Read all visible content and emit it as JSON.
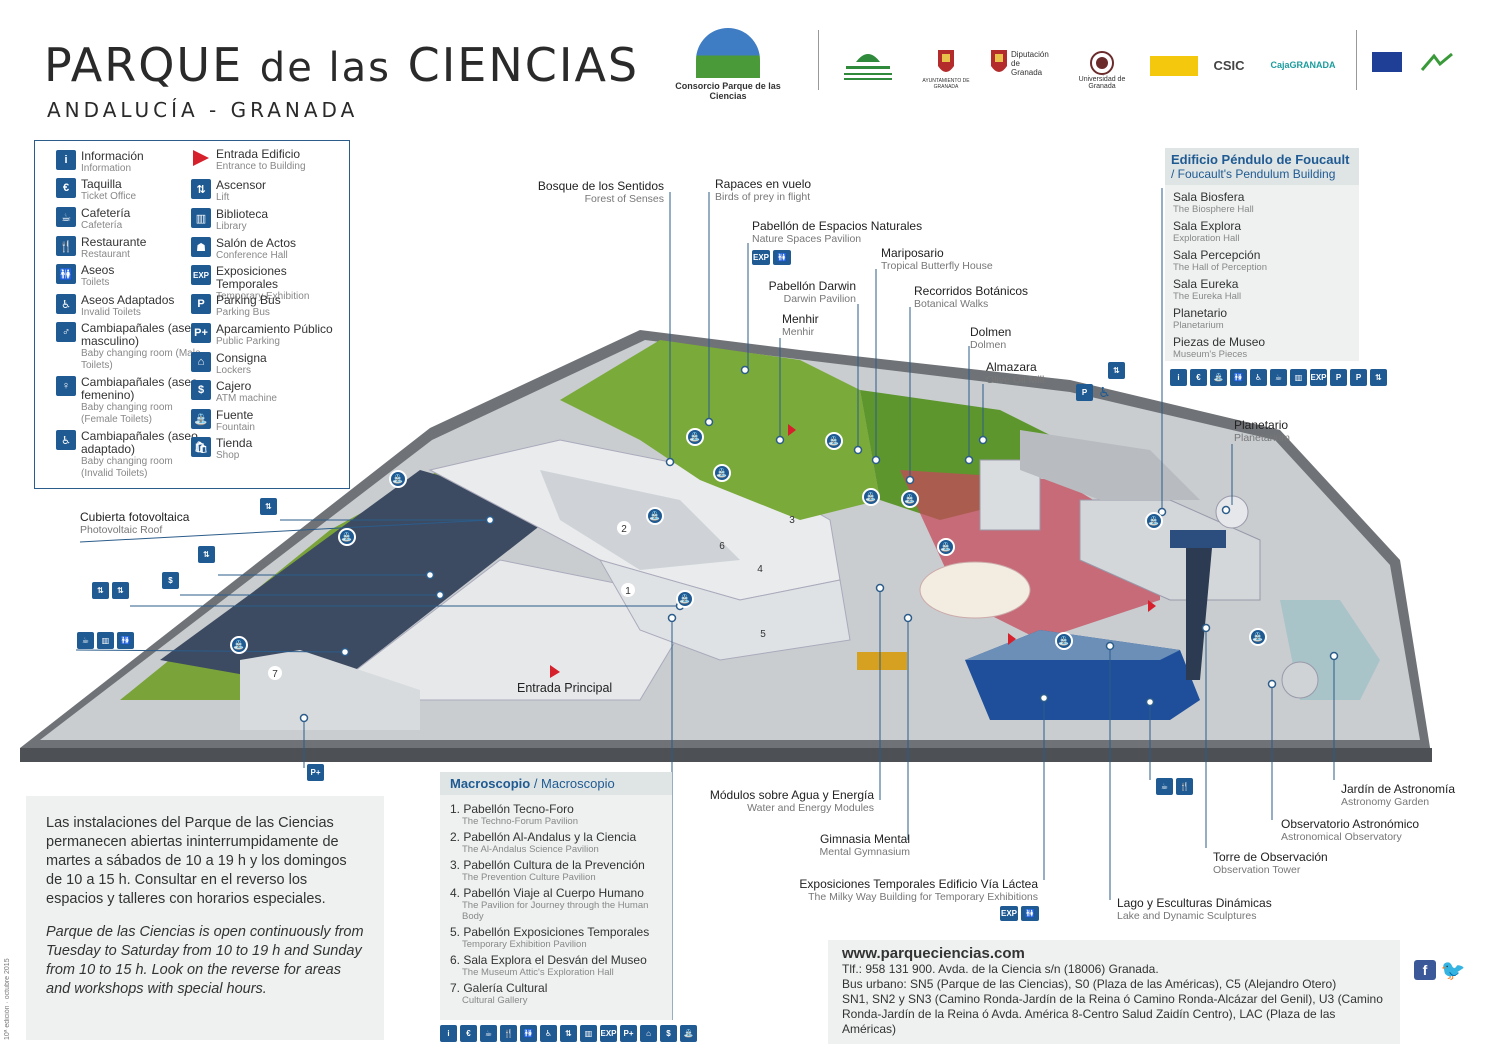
{
  "title": {
    "main_a": "PARQUE",
    "main_b": "de las",
    "main_c": "CIENCIAS",
    "sub": "ANDALUCÍA - GRANADA"
  },
  "logos": {
    "consorcio": "Consorcio Parque de las Ciencias",
    "ayuntamiento": "AYUNTAMIENTO DE GRANADA",
    "diputacion": "Diputación de Granada",
    "universidad": "Universidad de Granada",
    "csic": "CSIC",
    "caja": "CajaGRANADA"
  },
  "legend": [
    {
      "icon": "info-icon",
      "glyph": "i",
      "es": "Información",
      "en": "Information"
    },
    {
      "icon": "ticket-icon",
      "glyph": "€",
      "es": "Taquilla",
      "en": "Ticket Office"
    },
    {
      "icon": "cafe-icon",
      "glyph": "☕",
      "es": "Cafetería",
      "en": "Cafetería"
    },
    {
      "icon": "restaurant-icon",
      "glyph": "🍴",
      "es": "Restaurante",
      "en": "Restaurant"
    },
    {
      "icon": "toilet-icon",
      "glyph": "🚻",
      "es": "Aseos",
      "en": "Toilets"
    },
    {
      "icon": "wheelchair-icon",
      "glyph": "♿",
      "es": "Aseos Adaptados",
      "en": "Invalid Toilets"
    },
    {
      "icon": "baby-male-icon",
      "glyph": "♂",
      "es": "Cambiapañales (aseo masculino)",
      "en": "Baby changing room (Male Toilets)"
    },
    {
      "icon": "baby-female-icon",
      "glyph": "♀",
      "es": "Cambiapañales (aseo femenino)",
      "en": "Baby changing room (Female Toilets)"
    },
    {
      "icon": "baby-adapted-icon",
      "glyph": "♿",
      "es": "Cambiapañales (aseo adaptado)",
      "en": "Baby changing room (Invalid Toilets)"
    },
    {
      "icon": "entrance-icon",
      "glyph": "",
      "es": "Entrada Edificio",
      "en": "Entrance to Building"
    },
    {
      "icon": "lift-icon",
      "glyph": "⇅",
      "es": "Ascensor",
      "en": "Lift"
    },
    {
      "icon": "library-icon",
      "glyph": "▥",
      "es": "Biblioteca",
      "en": "Library"
    },
    {
      "icon": "conference-icon",
      "glyph": "☗",
      "es": "Salón de Actos",
      "en": "Conference Hall"
    },
    {
      "icon": "exhibition-icon",
      "glyph": "EXP",
      "es": "Exposiciones Temporales",
      "en": "Temporary Exhibition"
    },
    {
      "icon": "bus-parking-icon",
      "glyph": "P",
      "es": "Parking Bus",
      "en": "Parking Bus"
    },
    {
      "icon": "public-parking-icon",
      "glyph": "P+",
      "es": "Aparcamiento Público",
      "en": "Public Parking"
    },
    {
      "icon": "lockers-icon",
      "glyph": "⌂",
      "es": "Consigna",
      "en": "Lockers"
    },
    {
      "icon": "atm-icon",
      "glyph": "$",
      "es": "Cajero",
      "en": "ATM machine"
    },
    {
      "icon": "fountain-icon",
      "glyph": "⛲",
      "es": "Fuente",
      "en": "Fountain"
    },
    {
      "icon": "shop-icon",
      "glyph": "🛍",
      "es": "Tienda",
      "en": "Shop"
    }
  ],
  "labels": {
    "bosque": {
      "es": "Bosque de los Sentidos",
      "en": "Forest of Senses"
    },
    "rapaces": {
      "es": "Rapaces en vuelo",
      "en": "Birds of prey in flight"
    },
    "naturales": {
      "es": "Pabellón de Espacios Naturales",
      "en": "Nature Spaces Pavilion"
    },
    "mariposario": {
      "es": "Mariposario",
      "en": "Tropical Butterfly House"
    },
    "darwin": {
      "es": "Pabellón Darwin",
      "en": "Darwin Pavilion"
    },
    "botanicos": {
      "es": "Recorridos Botánicos",
      "en": "Botanical Walks"
    },
    "menhir": {
      "es": "Menhir",
      "en": "Menhir"
    },
    "dolmen": {
      "es": "Dolmen",
      "en": "Dolmen"
    },
    "almazara": {
      "es": "Almazara",
      "en": "Olive Oil Mill"
    },
    "planetario": {
      "es": "Planetario",
      "en": "Planetarium"
    },
    "fotovoltaica": {
      "es": "Cubierta fotovoltaica",
      "en": "Photovoltaic Roof"
    },
    "entrada": {
      "es": "Entrada Principal"
    },
    "agua": {
      "es": "Módulos sobre Agua y Energía",
      "en": "Water and Energy Modules"
    },
    "gimnasia": {
      "es": "Gimnasia Mental",
      "en": "Mental Gymnasium"
    },
    "via_lactea": {
      "es": "Exposiciones Temporales Edificio Vía Láctea",
      "en": "The Milky Way Building for Temporary Exhibitions"
    },
    "lago": {
      "es": "Lago y Esculturas Dinámicas",
      "en": "Lake and Dynamic Sculptures"
    },
    "torre": {
      "es": "Torre de Observación",
      "en": "Observation Tower"
    },
    "observatorio": {
      "es": "Observatorio Astronómico",
      "en": "Astronomical Observatory"
    },
    "jardin": {
      "es": "Jardín de Astronomía",
      "en": "Astronomy Garden"
    }
  },
  "numbers": [
    "1",
    "2",
    "3",
    "4",
    "5",
    "6",
    "7"
  ],
  "foucault": {
    "title": "Edificio Péndulo de Foucault",
    "subtitle": "/ Foucault's Pendulum Building",
    "items": [
      {
        "es": "Sala Biosfera",
        "en": "The Biosphere Hall"
      },
      {
        "es": "Sala Explora",
        "en": "Exploration Hall"
      },
      {
        "es": "Sala Percepción",
        "en": "The Hall of Perception"
      },
      {
        "es": "Sala Eureka",
        "en": "The Eureka Hall"
      },
      {
        "es": "Planetario",
        "en": "Planetarium"
      },
      {
        "es": "Piezas de Museo",
        "en": "Museum's Pieces"
      }
    ]
  },
  "macro": {
    "title": "Macroscopio",
    "subtitle": "/ Macroscopio",
    "items": [
      {
        "es": "1. Pabellón Tecno-Foro",
        "en": "The Techno-Forum Pavilion"
      },
      {
        "es": "2. Pabellón Al-Andalus y la Ciencia",
        "en": "The Al-Andalus Science Pavilion"
      },
      {
        "es": "3. Pabellón Cultura de la Prevención",
        "en": "The Prevention Culture Pavilion"
      },
      {
        "es": "4. Pabellón Viaje al Cuerpo Humano",
        "en": "The Pavilion for Journey through the Human Body"
      },
      {
        "es": "5. Pabellón Exposiciones Temporales",
        "en": "Temporary Exhibition Pavilion"
      },
      {
        "es": "6. Sala Explora el Desván del Museo",
        "en": "The Museum Attic's Exploration Hall"
      },
      {
        "es": "7. Galería Cultural",
        "en": "Cultural Gallery"
      }
    ]
  },
  "info": {
    "es": "Las instalaciones del Parque de las Ciencias permanecen abiertas ininterrumpidamente de martes a sábados de 10 a 19 h y los domingos de 10 a 15 h. Consultar en el reverso los espacios y talleres con horarios especiales.",
    "en": "Parque de las Ciencias is open continuously from Tuesday to Saturday from 10 to 19 h and Sunday from 10 to 15 h. Look on the reverse for areas and workshops with special hours."
  },
  "web": {
    "url": "www.parqueciencias.com",
    "line1": "Tlf.: 958 131 900.  Avda. de la Ciencia s/n (18006) Granada.",
    "line2": "Bus urbano: SN5 (Parque de las Ciencias), S0 (Plaza de las Américas), C5 (Alejandro Otero)",
    "line3": "SN1, SN2 y SN3 (Camino Ronda-Jardín de la Reina ó Camino Ronda-Alcázar del Genil), U3 (Camino Ronda-Jardín de la Reina ó Avda. América 8-Centro Salud Zaidín Centro), LAC (Plaza de las Américas)"
  },
  "edition": "10ª edición · octubre 2015",
  "colors": {
    "accent": "#1f5a93",
    "entrance": "#d6202c",
    "grass": "#7aa33a",
    "paving": "#c8cdd0",
    "red_path": "#c44a5a"
  }
}
